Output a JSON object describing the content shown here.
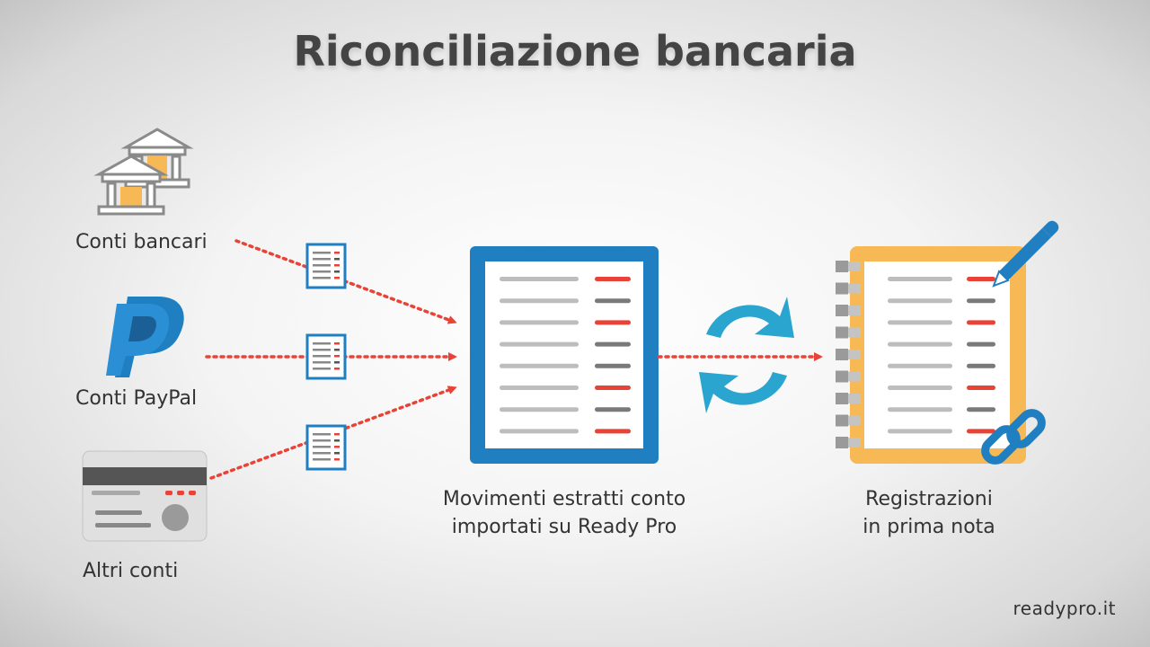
{
  "title": "Riconciliazione bancaria",
  "sources": [
    {
      "label": "Conti bancari",
      "icon": "bank-icon"
    },
    {
      "label": "Conti PayPal",
      "icon": "paypal-icon"
    },
    {
      "label": "Altri conti",
      "icon": "credit-card-icon"
    }
  ],
  "center_label_line1": "Movimenti estratti conto",
  "center_label_line2": "importati su Ready Pro",
  "right_label_line1": "Registrazioni",
  "right_label_line2": "in prima nota",
  "brand": "readypro.it",
  "colors": {
    "blue": "#1f7fc0",
    "cyan": "#2aa5cf",
    "orange": "#f7b955",
    "red": "#e84336",
    "gray_line": "#bdbdbd",
    "dark_line": "#7a7a7a"
  }
}
